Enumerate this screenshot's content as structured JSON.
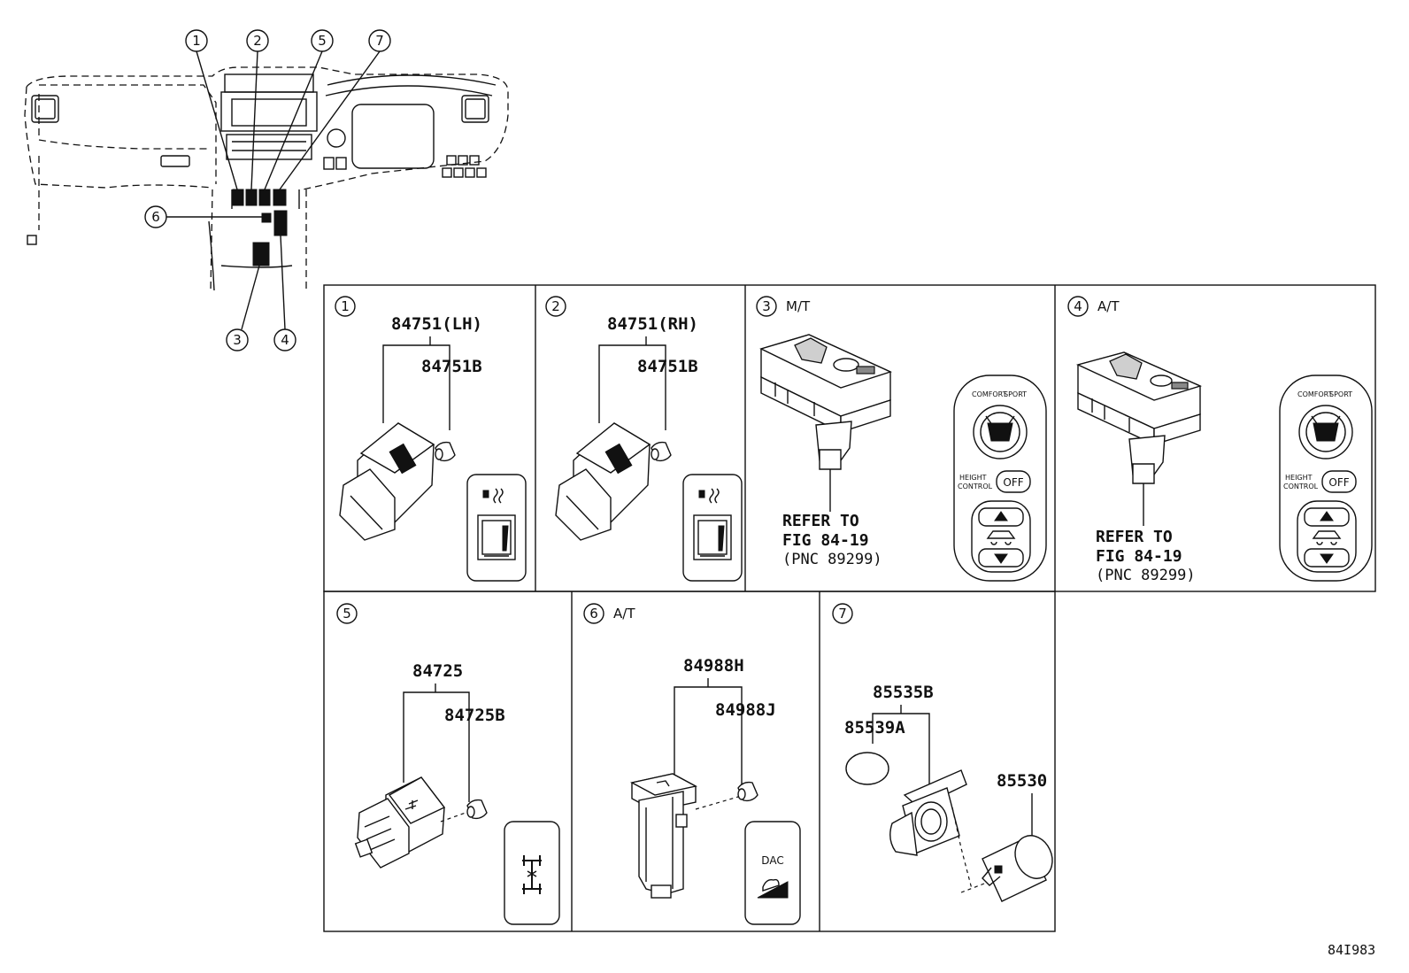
{
  "overview": {
    "callouts": [
      "1",
      "2",
      "5",
      "7",
      "6",
      "3",
      "4"
    ]
  },
  "panels": {
    "p1": {
      "num": "1",
      "part_main": "84751(LH)",
      "part_sub": "84751B"
    },
    "p2": {
      "num": "2",
      "part_main": "84751(RH)",
      "part_sub": "84751B"
    },
    "p3": {
      "num": "3",
      "variant": "M/T",
      "ref_line1": "REFER TO",
      "ref_line2": "FIG 84-19",
      "ref_line3": "(PNC 89299)",
      "dial_left": "COMFORT",
      "dial_right": "SPORT",
      "height_label_1": "HEIGHT",
      "height_label_2": "CONTROL",
      "off_label": "OFF"
    },
    "p4": {
      "num": "4",
      "variant": "A/T",
      "ref_line1": "REFER TO",
      "ref_line2": "FIG 84-19",
      "ref_line3": "(PNC 89299)",
      "dial_left": "COMFORT",
      "dial_right": "SPORT",
      "height_label_1": "HEIGHT",
      "height_label_2": "CONTROL",
      "off_label": "OFF"
    },
    "p5": {
      "num": "5",
      "part_main": "84725",
      "part_sub": "84725B"
    },
    "p6": {
      "num": "6",
      "variant": "A/T",
      "part_main": "84988H",
      "part_sub": "84988J",
      "dac_label": "DAC"
    },
    "p7": {
      "num": "7",
      "part_main": "85535B",
      "part_cap": "85539A",
      "part_socket": "85530"
    }
  },
  "figure_id": "84I983"
}
